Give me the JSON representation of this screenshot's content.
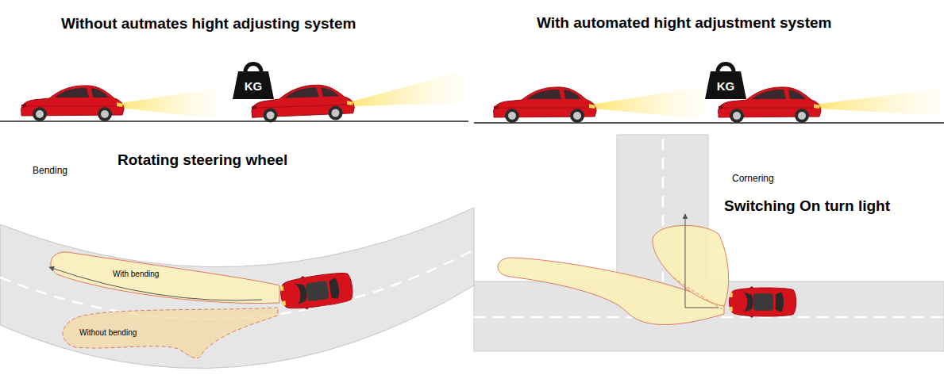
{
  "diagram": {
    "nodes": [
      {
        "text": [
          "KG"
        ]
      },
      {
        "text": [
          "KG"
        ]
      },
      {
        "text": [
          "With bending"
        ]
      },
      {
        "text": [
          "Without bending"
        ]
      }
    ],
    "labels": [
      "Without autmates hight adjusting system",
      "With automated hight adjustment system",
      "Bending",
      "Rotating steering wheel",
      "Cornering",
      "Switching On turn light"
    ]
  }
}
